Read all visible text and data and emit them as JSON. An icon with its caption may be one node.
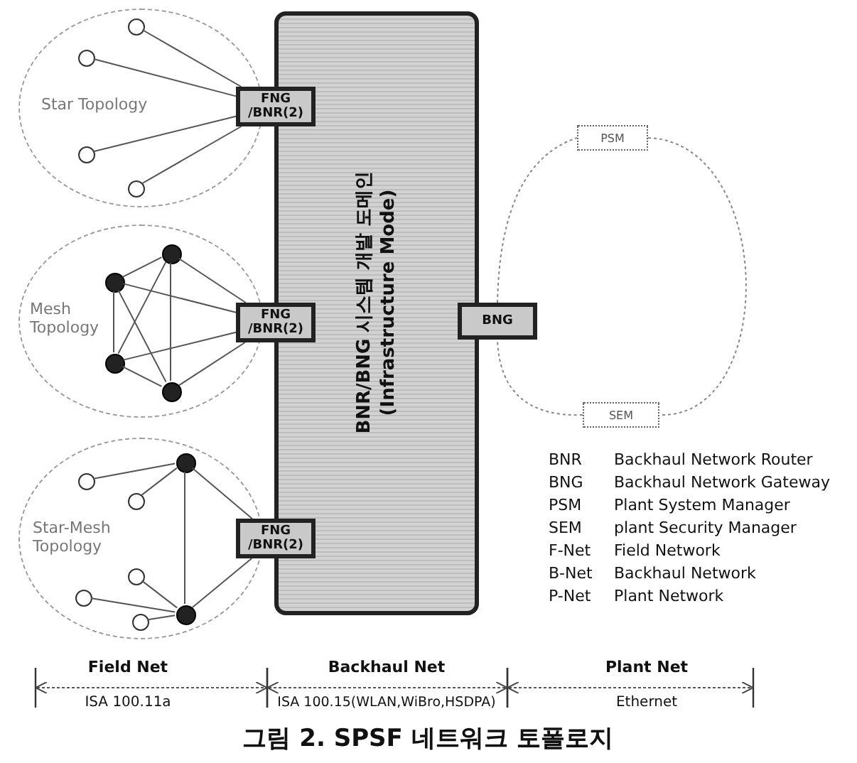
{
  "diagram": {
    "caption": "그림 2. SPSF 네트워크 토폴로지",
    "nodes": [
      {
        "text": [
          "Star Topology"
        ]
      },
      {
        "text": [],
        "shape": "circle",
        "in": 0
      },
      {
        "text": [],
        "shape": "circle",
        "in": 0
      },
      {
        "text": [],
        "shape": "circle",
        "in": 0
      },
      {
        "text": [],
        "shape": "circle",
        "in": 0
      },
      {
        "text": [
          "FNG /BNR(2)"
        ]
      },
      {
        "text": [
          "Mesh Topology"
        ]
      },
      {
        "text": [],
        "shape": "circle",
        "in": 6
      },
      {
        "text": [],
        "shape": "circle",
        "in": 6
      },
      {
        "text": [],
        "shape": "circle",
        "in": 6
      },
      {
        "text": [],
        "shape": "circle",
        "in": 6
      },
      {
        "text": [
          "FNG /BNR(2)"
        ]
      },
      {
        "text": [
          "Star-Mesh Topology"
        ]
      },
      {
        "text": [],
        "shape": "circle",
        "in": 12
      },
      {
        "text": [],
        "shape": "circle",
        "in": 12
      },
      {
        "text": [],
        "shape": "circle",
        "in": 12
      },
      {
        "text": [],
        "shape": "circle",
        "in": 12
      },
      {
        "text": [],
        "shape": "circle",
        "in": 12
      },
      {
        "text": [],
        "shape": "circle",
        "in": 12
      },
      {
        "text": [],
        "shape": "circle",
        "in": 12
      },
      {
        "text": [
          "FNG /BNR(2)"
        ]
      },
      {
        "text": [
          "BNR/BNG 시스템 개발 도메인",
          "(Infrastructure Mode)"
        ]
      },
      {
        "text": [
          "PSM"
        ]
      },
      {
        "text": [
          "BNG"
        ]
      },
      {
        "text": [
          "SEM"
        ]
      }
    ],
    "edges": [
      {
        "from": 1,
        "to": 5,
        "arrow": "none"
      },
      {
        "from": 2,
        "to": 5,
        "arrow": "none"
      },
      {
        "from": 3,
        "to": 5,
        "arrow": "none"
      },
      {
        "from": 4,
        "to": 5,
        "arrow": "none"
      },
      {
        "from": 7,
        "to": 8,
        "arrow": "none"
      },
      {
        "from": 7,
        "to": 9,
        "arrow": "none"
      },
      {
        "from": 7,
        "to": 10,
        "arrow": "none"
      },
      {
        "from": 7,
        "to": 11,
        "arrow": "none"
      },
      {
        "from": 8,
        "to": 9,
        "arrow": "none"
      },
      {
        "from": 8,
        "to": 10,
        "arrow": "none"
      },
      {
        "from": 8,
        "to": 11,
        "arrow": "none"
      },
      {
        "from": 9,
        "to": 10,
        "arrow": "none"
      },
      {
        "from": 9,
        "to": 11,
        "arrow": "none"
      },
      {
        "from": 10,
        "to": 11,
        "arrow": "none"
      },
      {
        "from": 13,
        "to": 14,
        "arrow": "none"
      },
      {
        "from": 13,
        "to": 15,
        "arrow": "none"
      },
      {
        "from": 13,
        "to": 18,
        "arrow": "none"
      },
      {
        "from": 13,
        "to": 20,
        "arrow": "none"
      },
      {
        "from": 18,
        "to": 16,
        "arrow": "none"
      },
      {
        "from": 18,
        "to": 17,
        "arrow": "none"
      },
      {
        "from": 18,
        "to": 19,
        "arrow": "none"
      },
      {
        "from": 18,
        "to": 20,
        "arrow": "none"
      },
      {
        "from": 23,
        "to": 22,
        "arrow": "none",
        "style": "dashed"
      },
      {
        "from": 22,
        "to": 24,
        "arrow": "none",
        "style": "dashed"
      },
      {
        "from": 24,
        "to": 23,
        "arrow": "none",
        "style": "dashed"
      }
    ],
    "labels": [
      "BNR",
      "Backhaul Network Router",
      "BNG",
      "Backhaul Network Gateway",
      "PSM",
      "Plant System Manager",
      "SEM",
      "plant Security Manager",
      "F-Net",
      "Field Network",
      "B-Net",
      "Backhaul Network",
      "P-Net",
      "Plant Network",
      "Field Net",
      "Backhaul Net",
      "Plant Net",
      "ISA 100.11a",
      "ISA 100.15(WLAN,WiBro,HSDPA)",
      "Ethernet"
    ]
  }
}
